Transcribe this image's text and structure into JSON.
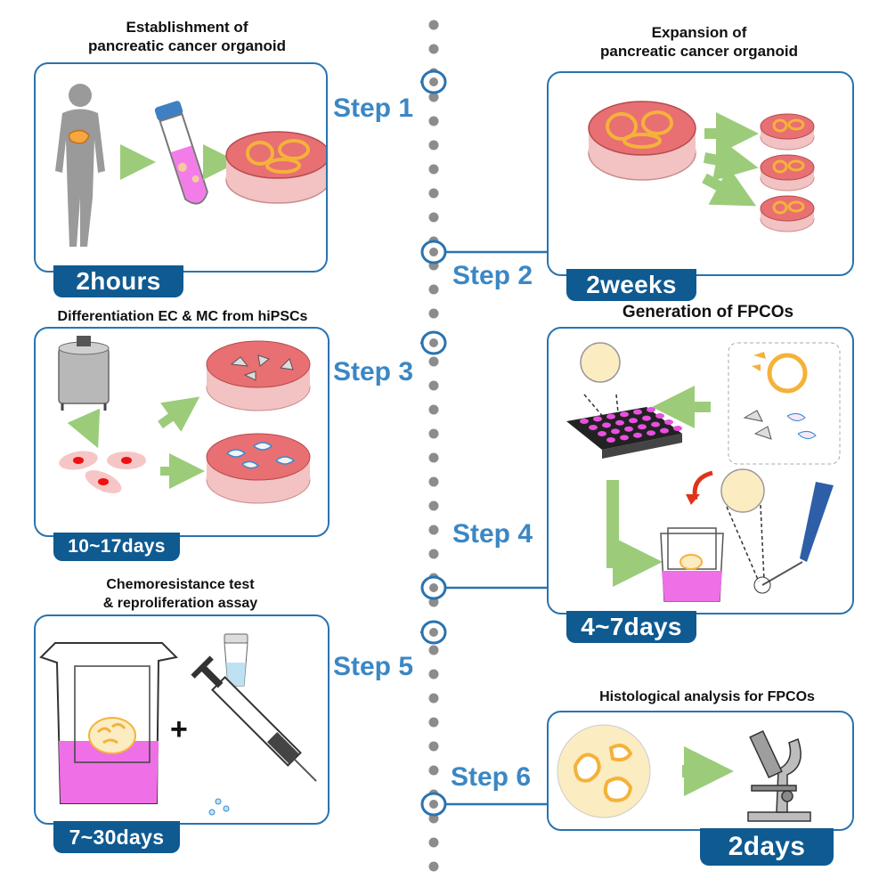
{
  "steps": [
    {
      "label": "Step 1",
      "title": "Establishment of\npancreatic cancer organoid",
      "duration": "2hours"
    },
    {
      "label": "Step 2",
      "title": "Expansion of\npancreatic cancer organoid",
      "duration": "2weeks"
    },
    {
      "label": "Step 3",
      "title": "Differentiation EC & MC from hiPSCs",
      "duration": "10~17days"
    },
    {
      "label": "Step 4",
      "title": "Generation of FPCOs",
      "duration": "4~7days"
    },
    {
      "label": "Step 5",
      "title": "Chemoresistance test\n& reproliferation assay",
      "duration": "7~30days"
    },
    {
      "label": "Step 6",
      "title": "Histological analysis for FPCOs",
      "duration": "2days"
    }
  ],
  "plus_sign": "+",
  "colors": {
    "panel_border": "#2a73b0",
    "duration_bg": "#0f5a91",
    "step_text": "#3b87c4",
    "arrow_green": "#9ccc7a",
    "dish_pink": "#e8787a",
    "medium_magenta": "#ee6fe6",
    "timeline_dots": "#8c8c8c"
  }
}
